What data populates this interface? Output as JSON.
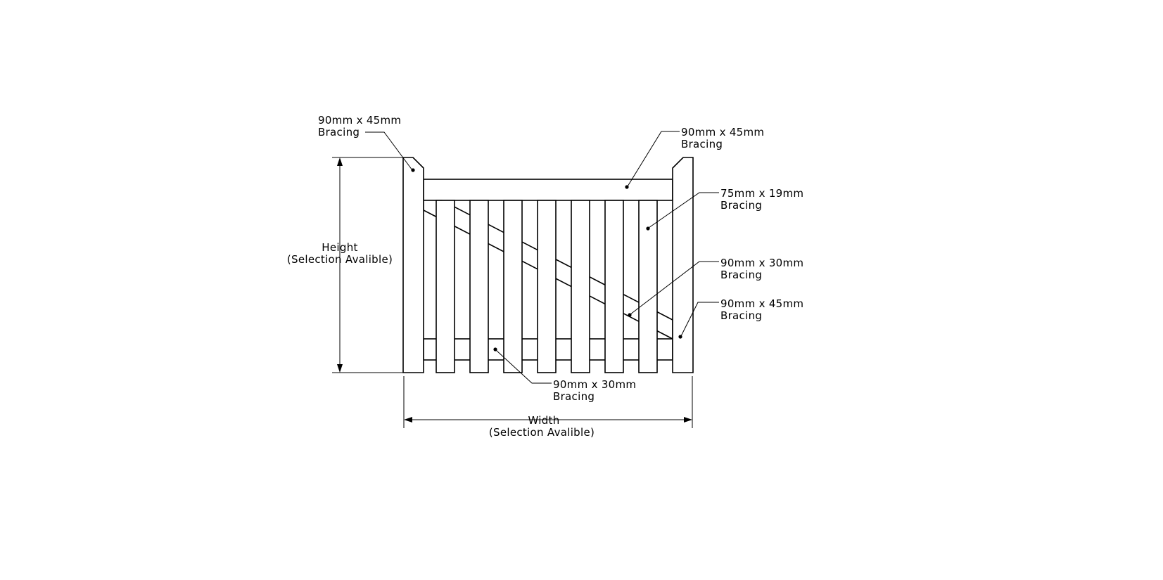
{
  "callouts": {
    "left_post": {
      "line1": "90mm x 45mm",
      "line2": "Bracing"
    },
    "top_rail": {
      "line1": "90mm x 45mm",
      "line2": "Bracing"
    },
    "pale": {
      "line1": "75mm x 19mm",
      "line2": "Bracing"
    },
    "diagonal_brace": {
      "line1": "90mm x 30mm",
      "line2": "Bracing"
    },
    "right_post": {
      "line1": "90mm x 45mm",
      "line2": "Bracing"
    },
    "bottom_rail": {
      "line1": "90mm x 30mm",
      "line2": "Bracing"
    }
  },
  "dimensions": {
    "height": {
      "line1": "Height",
      "line2": "(Selection Avalible)"
    },
    "width": {
      "line1": "Width",
      "line2": "(Selection Avalible)"
    }
  }
}
